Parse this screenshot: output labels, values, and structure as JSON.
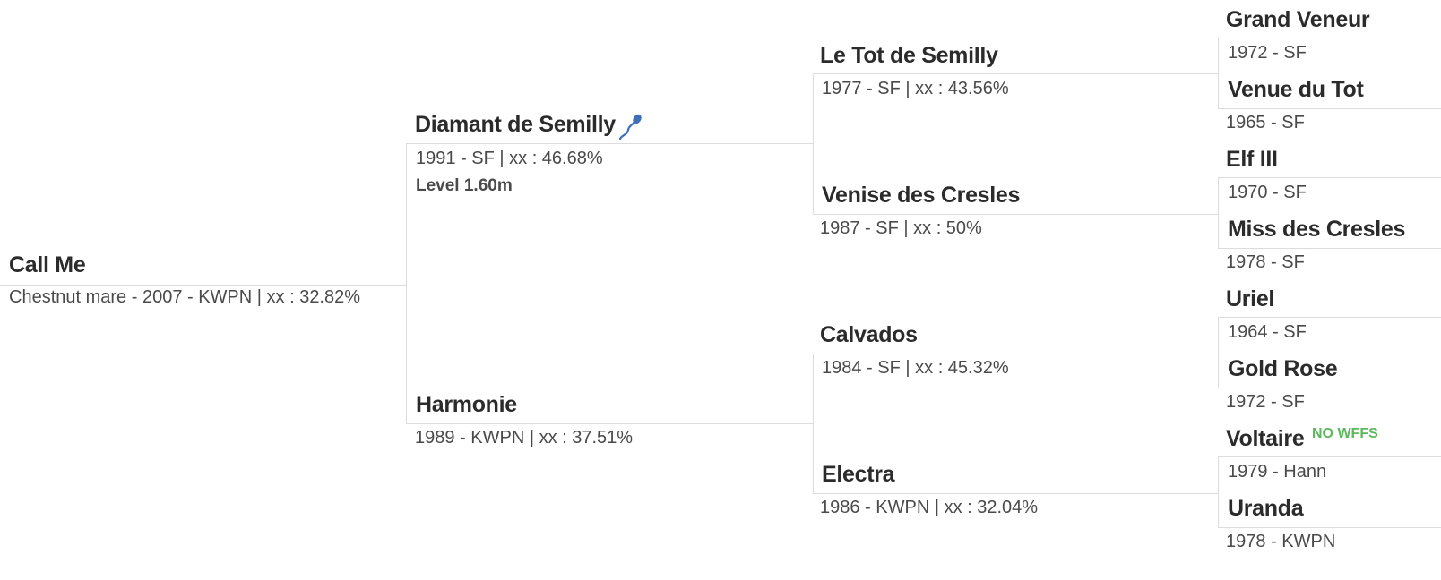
{
  "subject": {
    "name": "Call Me",
    "info": "Chestnut mare - 2007 - KWPN | xx : 32.82%"
  },
  "sire": {
    "name": "Diamant de Semilly",
    "info": "1991 - SF | xx : 46.68%",
    "extra": "Level 1.60m",
    "icon": "stallion-sperm-icon",
    "sire": {
      "name": "Le Tot de Semilly",
      "info": "1977 - SF | xx : 43.56%",
      "sire": {
        "name": "Grand Veneur",
        "info": "1972 - SF"
      },
      "dam": {
        "name": "Venue du Tot",
        "info": "1965 - SF"
      }
    },
    "dam": {
      "name": "Venise des Cresles",
      "info": "1987 - SF | xx : 50%",
      "sire": {
        "name": "Elf III",
        "info": "1970 - SF"
      },
      "dam": {
        "name": "Miss des Cresles",
        "info": "1978 - SF"
      }
    }
  },
  "dam": {
    "name": "Harmonie",
    "info": "1989 - KWPN | xx : 37.51%",
    "sire": {
      "name": "Calvados",
      "info": "1984 - SF | xx : 45.32%",
      "sire": {
        "name": "Uriel",
        "info": "1964 - SF"
      },
      "dam": {
        "name": "Gold Rose",
        "info": "1972 - SF"
      }
    },
    "dam": {
      "name": "Electra",
      "info": "1986 - KWPN | xx : 32.04%",
      "sire": {
        "name": "Voltaire",
        "info": "1979 - Hann",
        "badge": "NO WFFS"
      },
      "dam": {
        "name": "Uranda",
        "info": "1978 - KWPN"
      }
    }
  },
  "colors": {
    "line": "#dcdcdc",
    "badge": "#5cb85c",
    "icon": "#3f6fb6"
  }
}
